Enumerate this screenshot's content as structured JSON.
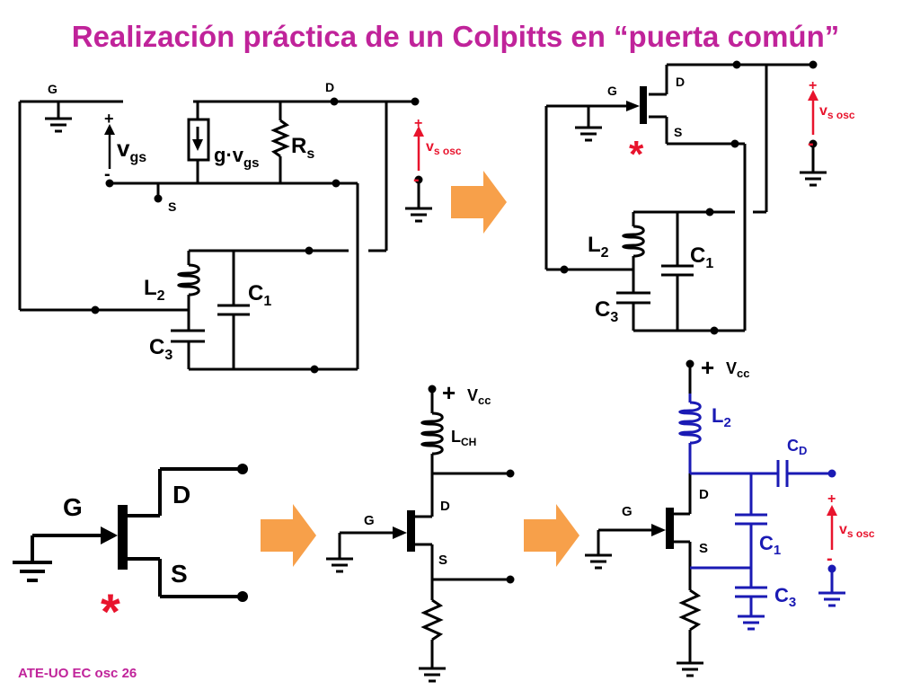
{
  "slide": {
    "title": "Realización práctica de un Colpitts en “puerta común”",
    "footer": "ATE-UO EC osc 26"
  },
  "labels": {
    "G": "G",
    "D": "D",
    "S": "S",
    "plus": "+",
    "minus": "-",
    "star": "*",
    "v": "v",
    "gs_sub": "gs",
    "s_osc_sub": "s osc",
    "g_dot_v": "g·v",
    "R": "R",
    "s_sub": "s",
    "L": "L",
    "C": "C",
    "sub_1": "1",
    "sub_2": "2",
    "sub_3": "3",
    "V": "V",
    "cc_sub": "cc",
    "ch_sub": "CH",
    "d_sub": "D"
  },
  "colors": {
    "title": "#c0239a",
    "wire": "#000000",
    "accent_red": "#e8142d",
    "blue": "#1a1ab4",
    "arrow": "#f7a04a"
  }
}
